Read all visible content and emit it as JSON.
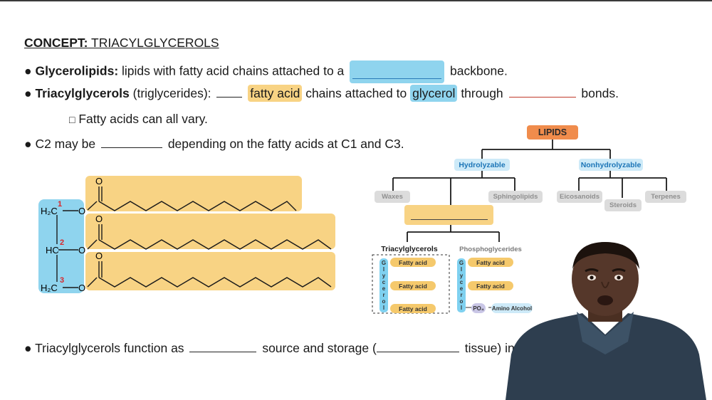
{
  "concept": {
    "label": "CONCEPT:",
    "title": "TRIACYLGLYCEROLS"
  },
  "bullets": {
    "b1": {
      "bullet": "●",
      "term": "Glycerolipids:",
      "before": "lipids with fatty acid chains attached to a",
      "after": "backbone."
    },
    "b2": {
      "bullet": "●",
      "term": "Triacylglycerols",
      "paren": "(triglycerides):",
      "fatty_acid": "fatty acid",
      "chains": "chains attached to",
      "glycerol": "glycerol",
      "through": "through",
      "bonds": "bonds."
    },
    "sub": {
      "box": "□",
      "text": "Fatty acids can all vary."
    },
    "b3": {
      "bullet": "●",
      "before": "C2 may be",
      "after": "depending on the fatty acids at C1 and C3."
    },
    "b4": {
      "bullet": "●",
      "before": "Triacylglycerols function as",
      "middle": "source and storage (",
      "after": "tissue) in an"
    }
  },
  "structure": {
    "o_labels": [
      "O",
      "O",
      "O"
    ],
    "carbons": [
      "H₂C",
      "HC",
      "H₂C"
    ],
    "oxygens": [
      "O",
      "O",
      "O"
    ],
    "numbers": [
      "1",
      "2",
      "3"
    ],
    "colors": {
      "glycerol": "#8fd4ee",
      "chain": "#f8d384",
      "number": "#d9262b"
    }
  },
  "tree": {
    "root": "LIPIDS",
    "hydrolyzable": "Hydrolyzable",
    "nonhydrolyzable": "Nonhydrolyzable",
    "waxes": "Waxes",
    "sphingolipids": "Sphingolipids",
    "eicosanoids": "Eicosanoids",
    "steroids": "Steroids",
    "terpenes": "Terpenes",
    "tri_title": "Triacylglycerols",
    "phos_title": "Phosphoglycerides",
    "fatty_acid": "Fatty acid",
    "glycerol_letters": [
      "G",
      "l",
      "y",
      "c",
      "e",
      "r",
      "o",
      "l"
    ],
    "po4": "PO₄",
    "amino": "Amino Alcohol",
    "colors": {
      "root": "#f08c4c",
      "hydro_bg": "#cdeaf8",
      "hydro_text": "#1c75b7",
      "grey_bg": "#dcdcdc",
      "blank_box": "#f8d384"
    }
  }
}
